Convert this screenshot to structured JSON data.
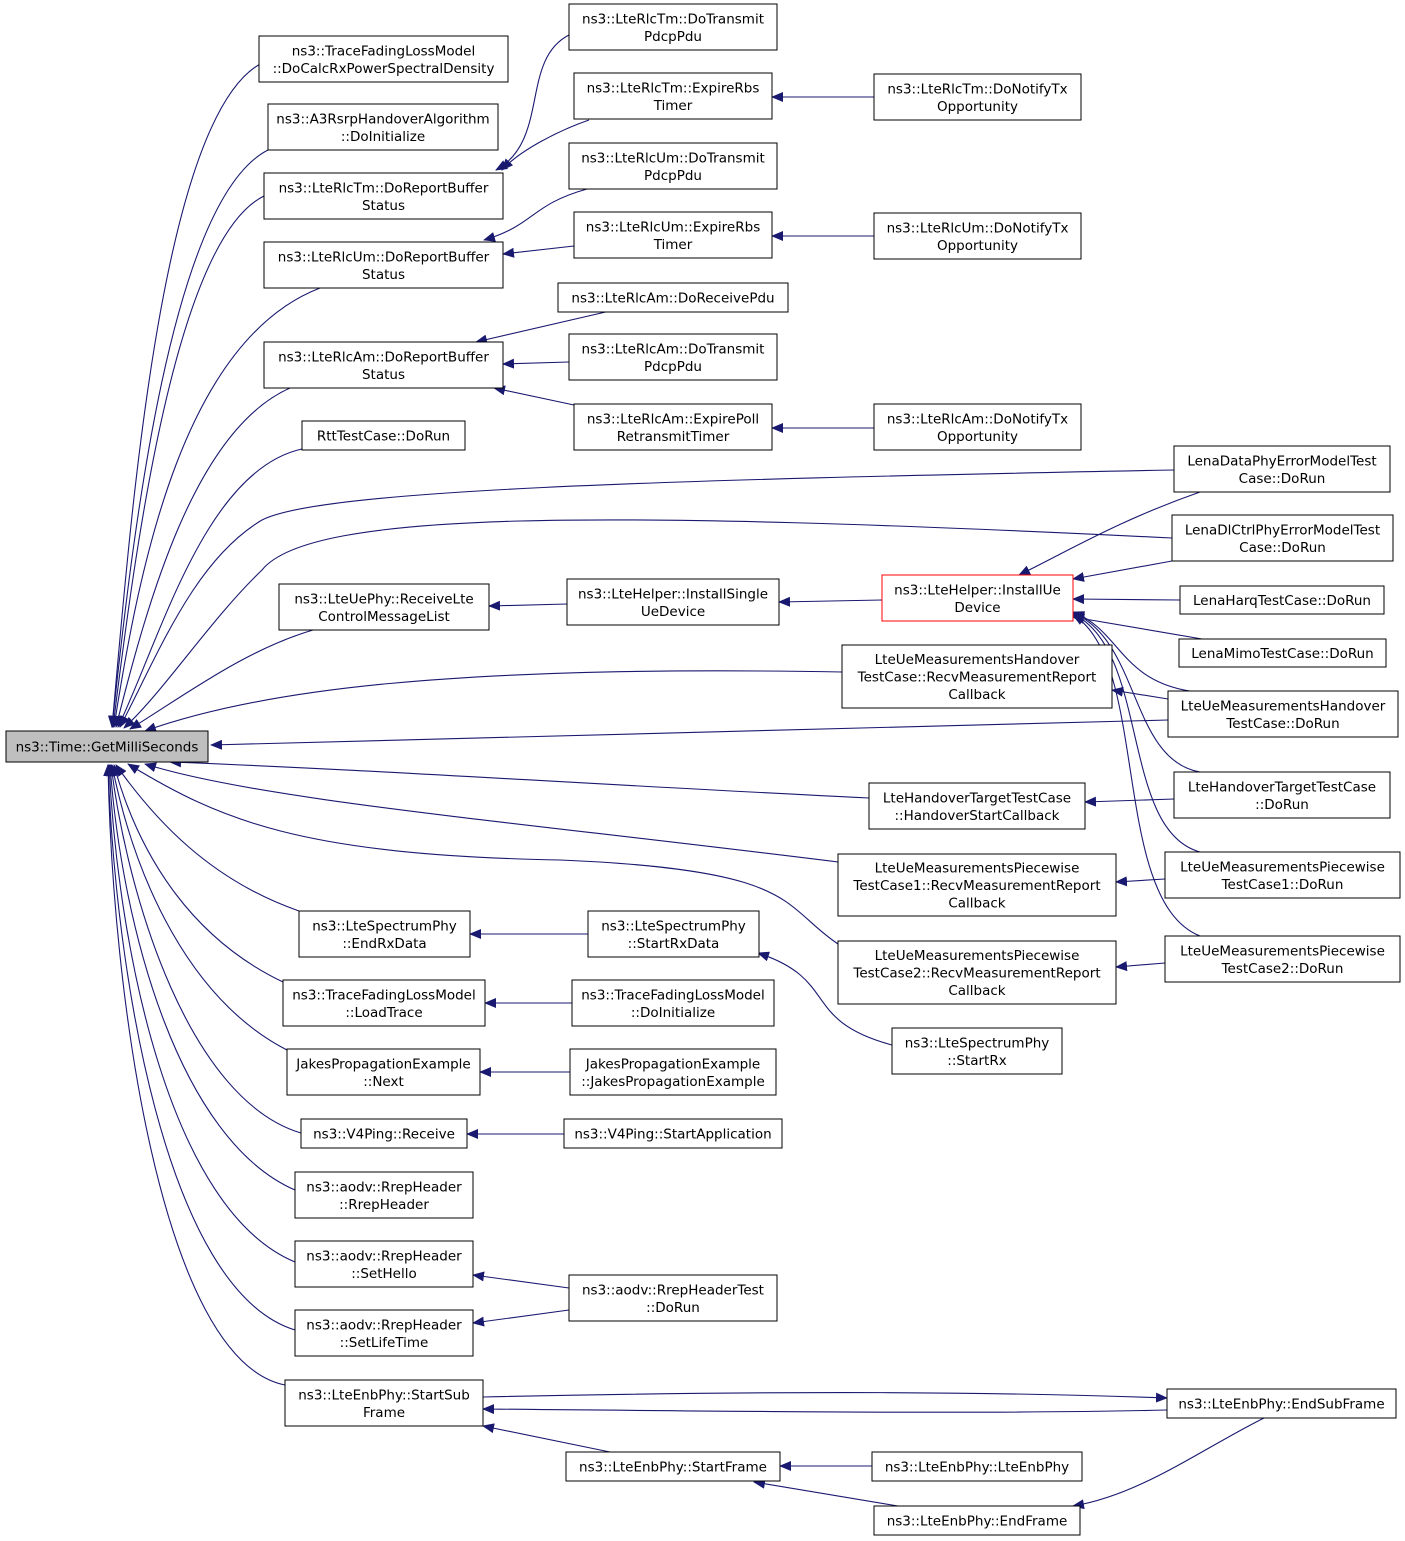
{
  "diagram": {
    "root": "ns3::Time::GetMilliSeconds",
    "colors": {
      "edge": "#191970",
      "node_border": "#000000",
      "root_fill": "#bfbfbf",
      "highlight_border": "#ff0000",
      "node_fill": "#ffffff"
    },
    "nodes": {
      "root": [
        "ns3::Time::GetMilliSeconds"
      ],
      "tfl_docalc": [
        "ns3::TraceFadingLossModel",
        "::DoCalcRxPowerSpectralDensity"
      ],
      "a3_doinit": [
        "ns3::A3RsrpHandoverAlgorithm",
        "::DoInitialize"
      ],
      "tm_report": [
        "ns3::LteRlcTm::DoReportBuffer",
        "Status"
      ],
      "um_report": [
        "ns3::LteRlcUm::DoReportBuffer",
        "Status"
      ],
      "am_report": [
        "ns3::LteRlcAm::DoReportBuffer",
        "Status"
      ],
      "rtt": [
        "RttTestCase::DoRun"
      ],
      "uephy_recv": [
        "ns3::LteUePhy::ReceiveLte",
        "ControlMessageList"
      ],
      "specphy_endrx": [
        "ns3::LteSpectrumPhy",
        "::EndRxData"
      ],
      "tfl_load": [
        "ns3::TraceFadingLossModel",
        "::LoadTrace"
      ],
      "jakes_next": [
        "JakesPropagationExample",
        "::Next"
      ],
      "v4ping_recv": [
        "ns3::V4Ping::Receive"
      ],
      "rrep_ctor": [
        "ns3::aodv::RrepHeader",
        "::RrepHeader"
      ],
      "rrep_hello": [
        "ns3::aodv::RrepHeader",
        "::SetHello"
      ],
      "rrep_life": [
        "ns3::aodv::RrepHeader",
        "::SetLifeTime"
      ],
      "enb_startsub": [
        "ns3::LteEnbPhy::StartSub",
        "Frame"
      ],
      "tm_dotx": [
        "ns3::LteRlcTm::DoTransmit",
        "PdcpPdu"
      ],
      "tm_expire": [
        "ns3::LteRlcTm::ExpireRbs",
        "Timer"
      ],
      "um_dotx": [
        "ns3::LteRlcUm::DoTransmit",
        "PdcpPdu"
      ],
      "um_expire": [
        "ns3::LteRlcUm::ExpireRbs",
        "Timer"
      ],
      "am_recv": [
        "ns3::LteRlcAm::DoReceivePdu"
      ],
      "am_dotx": [
        "ns3::LteRlcAm::DoTransmit",
        "PdcpPdu"
      ],
      "am_expire": [
        "ns3::LteRlcAm::ExpirePoll",
        "RetransmitTimer"
      ],
      "helper_single": [
        "ns3::LteHelper::InstallSingle",
        "UeDevice"
      ],
      "specphy_startrx": [
        "ns3::LteSpectrumPhy",
        "::StartRxData"
      ],
      "tfl_doinit": [
        "ns3::TraceFadingLossModel",
        "::DoInitialize"
      ],
      "jakes_ctor": [
        "JakesPropagationExample",
        "::JakesPropagationExample"
      ],
      "v4ping_start": [
        "ns3::V4Ping::StartApplication"
      ],
      "rrep_test": [
        "ns3::aodv::RrepHeaderTest",
        "::DoRun"
      ],
      "enb_startframe": [
        "ns3::LteEnbPhy::StartFrame"
      ],
      "tm_notify": [
        "ns3::LteRlcTm::DoNotifyTx",
        "Opportunity"
      ],
      "um_notify": [
        "ns3::LteRlcUm::DoNotifyTx",
        "Opportunity"
      ],
      "am_notify": [
        "ns3::LteRlcAm::DoNotifyTx",
        "Opportunity"
      ],
      "helper_installue": [
        "ns3::LteHelper::InstallUe",
        "Device"
      ],
      "meas_ho_cb": [
        "LteUeMeasurementsHandover",
        "TestCase::RecvMeasurementReport",
        "Callback"
      ],
      "ho_target_cb": [
        "LteHandoverTargetTestCase",
        "::HandoverStartCallback"
      ],
      "meas_pw1_cb": [
        "LteUeMeasurementsPiecewise",
        "TestCase1::RecvMeasurementReport",
        "Callback"
      ],
      "meas_pw2_cb": [
        "LteUeMeasurementsPiecewise",
        "TestCase2::RecvMeasurementReport",
        "Callback"
      ],
      "specphy_start": [
        "ns3::LteSpectrumPhy",
        "::StartRx"
      ],
      "enb_ctor": [
        "ns3::LteEnbPhy::LteEnbPhy"
      ],
      "enb_endframe": [
        "ns3::LteEnbPhy::EndFrame"
      ],
      "lena_dataphy": [
        "LenaDataPhyErrorModelTest",
        "Case::DoRun"
      ],
      "lena_dlctrl": [
        "LenaDlCtrlPhyErrorModelTest",
        "Case::DoRun"
      ],
      "lena_harq": [
        "LenaHarqTestCase::DoRun"
      ],
      "lena_mimo": [
        "LenaMimoTestCase::DoRun"
      ],
      "meas_ho_run": [
        "LteUeMeasurementsHandover",
        "TestCase::DoRun"
      ],
      "ho_target_run": [
        "LteHandoverTargetTestCase",
        "::DoRun"
      ],
      "meas_pw1_run": [
        "LteUeMeasurementsPiecewise",
        "TestCase1::DoRun"
      ],
      "meas_pw2_run": [
        "LteUeMeasurementsPiecewise",
        "TestCase2::DoRun"
      ],
      "enb_endsub": [
        "ns3::LteEnbPhy::EndSubFrame"
      ]
    },
    "edges": [
      [
        "tfl_docalc",
        "root"
      ],
      [
        "a3_doinit",
        "root"
      ],
      [
        "tm_report",
        "root"
      ],
      [
        "um_report",
        "root"
      ],
      [
        "am_report",
        "root"
      ],
      [
        "rtt",
        "root"
      ],
      [
        "lena_dataphy",
        "root"
      ],
      [
        "lena_dlctrl",
        "root"
      ],
      [
        "uephy_recv",
        "root"
      ],
      [
        "meas_ho_cb",
        "root"
      ],
      [
        "meas_ho_run",
        "root"
      ],
      [
        "ho_target_cb",
        "root"
      ],
      [
        "meas_pw1_cb",
        "root"
      ],
      [
        "meas_pw2_cb",
        "root"
      ],
      [
        "specphy_endrx",
        "root"
      ],
      [
        "tfl_load",
        "root"
      ],
      [
        "jakes_next",
        "root"
      ],
      [
        "v4ping_recv",
        "root"
      ],
      [
        "rrep_ctor",
        "root"
      ],
      [
        "rrep_hello",
        "root"
      ],
      [
        "rrep_life",
        "root"
      ],
      [
        "enb_startsub",
        "root"
      ],
      [
        "tm_dotx",
        "tm_report"
      ],
      [
        "tm_expire",
        "tm_report"
      ],
      [
        "tm_notify",
        "tm_expire"
      ],
      [
        "um_dotx",
        "um_report"
      ],
      [
        "um_expire",
        "um_report"
      ],
      [
        "um_notify",
        "um_expire"
      ],
      [
        "am_recv",
        "am_report"
      ],
      [
        "am_dotx",
        "am_report"
      ],
      [
        "am_expire",
        "am_report"
      ],
      [
        "am_notify",
        "am_expire"
      ],
      [
        "helper_single",
        "uephy_recv"
      ],
      [
        "helper_installue",
        "helper_single"
      ],
      [
        "lena_dataphy",
        "helper_installue"
      ],
      [
        "lena_dlctrl",
        "helper_installue"
      ],
      [
        "lena_harq",
        "helper_installue"
      ],
      [
        "lena_mimo",
        "helper_installue"
      ],
      [
        "meas_ho_run",
        "helper_installue"
      ],
      [
        "ho_target_run",
        "helper_installue"
      ],
      [
        "meas_pw1_run",
        "helper_installue"
      ],
      [
        "meas_pw2_run",
        "helper_installue"
      ],
      [
        "meas_ho_run",
        "meas_ho_cb"
      ],
      [
        "ho_target_run",
        "ho_target_cb"
      ],
      [
        "meas_pw1_run",
        "meas_pw1_cb"
      ],
      [
        "meas_pw2_run",
        "meas_pw2_cb"
      ],
      [
        "specphy_startrx",
        "specphy_endrx"
      ],
      [
        "specphy_start",
        "specphy_startrx"
      ],
      [
        "tfl_doinit",
        "tfl_load"
      ],
      [
        "jakes_ctor",
        "jakes_next"
      ],
      [
        "v4ping_start",
        "v4ping_recv"
      ],
      [
        "rrep_test",
        "rrep_hello"
      ],
      [
        "rrep_test",
        "rrep_life"
      ],
      [
        "enb_startsub",
        "enb_endsub"
      ],
      [
        "enb_endsub",
        "enb_startsub"
      ],
      [
        "enb_startframe",
        "enb_startsub"
      ],
      [
        "enb_ctor",
        "enb_startframe"
      ],
      [
        "enb_endframe",
        "enb_startframe"
      ],
      [
        "enb_endsub",
        "enb_endframe"
      ]
    ]
  }
}
